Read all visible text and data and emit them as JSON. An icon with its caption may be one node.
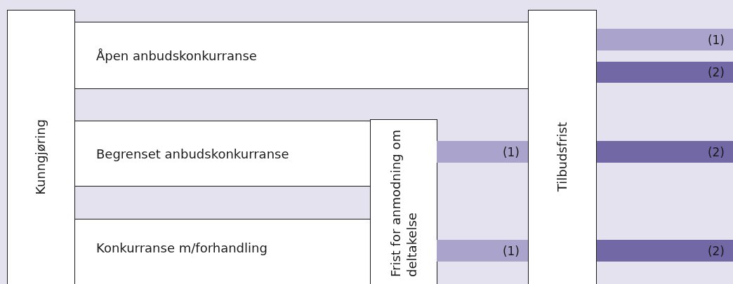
{
  "diagram": {
    "nodes": [
      {
        "text": [
          "Kunngjøring"
        ]
      },
      {
        "text": [
          "Åpen anbudskonkurranse"
        ]
      },
      {
        "text": [
          "Tilbudsfrist"
        ]
      },
      {
        "text": [
          "(1)"
        ]
      },
      {
        "text": [
          "(2)"
        ]
      },
      {
        "text": [
          "Begrenset anbudskonkurranse"
        ]
      },
      {
        "text": [
          "Frist for anmodning om deltakelse"
        ]
      },
      {
        "text": [
          "(1)"
        ]
      },
      {
        "text": [
          "(2)"
        ]
      },
      {
        "text": [
          "Konkurranse m/forhandling"
        ]
      },
      {
        "text": [
          "(1)"
        ]
      },
      {
        "text": [
          "(2)"
        ]
      }
    ]
  }
}
